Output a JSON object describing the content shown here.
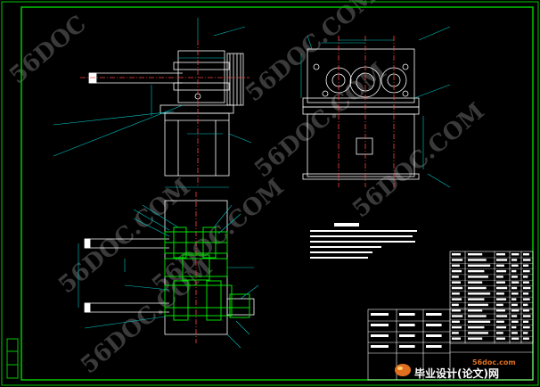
{
  "drawing": {
    "background": "#000000",
    "frame_color": "#00c800",
    "line_color": "#ffffff",
    "part_color": "#00e000",
    "dim_color": "#00c8c8"
  },
  "watermarks": {
    "text": "56DOC.COM",
    "color": "#3a3a3a"
  },
  "logo": {
    "site": "56doc.com",
    "title": "毕业设计(论文)网"
  }
}
